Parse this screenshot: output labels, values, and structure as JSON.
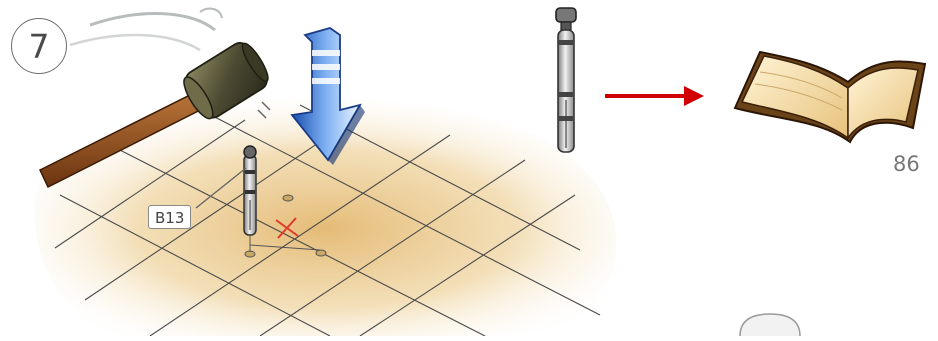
{
  "step": {
    "number": "7"
  },
  "part_label": "B13",
  "page_reference": "86",
  "icons": {
    "hammer": "hammer-icon",
    "push_direction": "down-arrow-icon",
    "anchor_bolt": "anchor-bolt-icon",
    "next": "right-arrow-icon",
    "manual": "open-book-icon"
  },
  "colors": {
    "floor": "#e8c98a",
    "grid_lines": "#4a4a4a",
    "arrow_blue": "#2f6fd1",
    "arrow_red": "#d10000",
    "marker_red": "#e03a2a",
    "hammer_handle": "#8b4a1a",
    "book_cover": "#6a4318",
    "book_pages": "#f3d9a2"
  }
}
